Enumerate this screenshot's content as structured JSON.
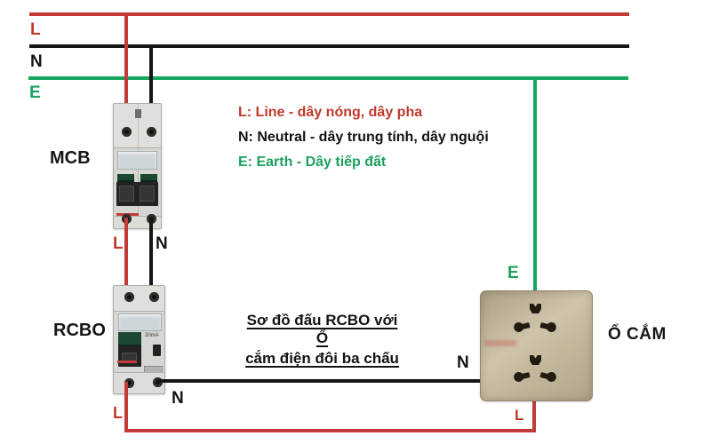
{
  "bus": {
    "line_label": "L",
    "neutral_label": "N",
    "earth_label": "E"
  },
  "colors": {
    "line_wire": "#c23b38",
    "neutral_wire": "#161616",
    "earth_wire": "#18a55c",
    "socket_body": "#c2b69b"
  },
  "devices": {
    "mcb_label": "MCB",
    "rcbo_label": "RCBO",
    "rcbo_rating": "30mA",
    "socket_label": "Ổ CẮM"
  },
  "wire_labels": {
    "mcb_out_line": "L",
    "mcb_out_neutral": "N",
    "rcbo_out_line": "L",
    "rcbo_out_neutral": "N",
    "socket_earth": "E",
    "socket_neutral": "N",
    "socket_line": "L"
  },
  "legend": {
    "line": "L: Line - dây nóng, dây pha",
    "neutral": "N: Neutral - dây trung tính, dây nguội",
    "earth": "E: Earth - Dây tiếp đất"
  },
  "title": {
    "line1": "Sơ đồ đấu RCBO với Ổ",
    "line2": "cắm điện đôi ba chấu"
  }
}
